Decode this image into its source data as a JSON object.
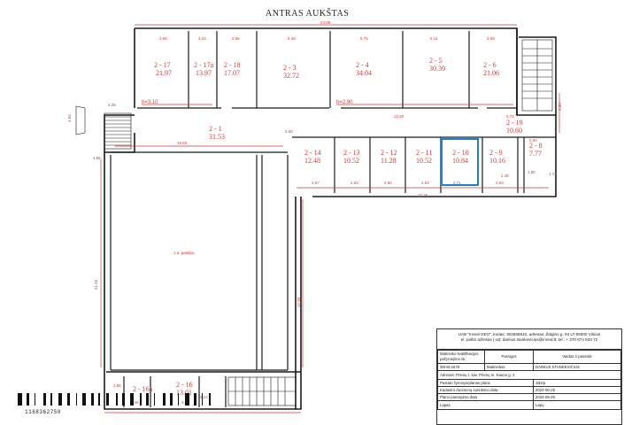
{
  "title": "ANTRAS AUKŠTAS",
  "rooms": [
    {
      "label": "2 - 17",
      "area": "21.97"
    },
    {
      "label": "2 - 17a",
      "area": "13.97"
    },
    {
      "label": "2 - 18",
      "area": "17.07"
    },
    {
      "label": "2 - 3",
      "area": "32.72"
    },
    {
      "label": "2 - 4",
      "area": "34.04"
    },
    {
      "label": "2 - 5",
      "area": "30.39"
    },
    {
      "label": "2 - 6",
      "area": "21.06"
    },
    {
      "label": "2 - 1",
      "area": "31.53"
    },
    {
      "label": "2 - 19",
      "area": "10.60"
    },
    {
      "label": "2 - 14",
      "area": "12.48"
    },
    {
      "label": "2 - 13",
      "area": "10.52"
    },
    {
      "label": "2 - 12",
      "area": "11.28"
    },
    {
      "label": "2 - 11",
      "area": "10.52"
    },
    {
      "label": "2 - 10",
      "area": "10.84"
    },
    {
      "label": "2 - 9",
      "area": "10.16"
    },
    {
      "label": "2 - 8",
      "area": "7.77"
    },
    {
      "label": "2 - 16a",
      "area": ""
    },
    {
      "label": "2 - 16",
      "area": "13.01"
    }
  ],
  "heights": {
    "h1": "h=3.10",
    "h2": "h=2.90"
  },
  "big_hall_label": "1 a. patalpa",
  "dimensions": {
    "top": "24.85",
    "r1": "3.68",
    "r2": "2.34",
    "r3": "2.86",
    "r4": "5.48",
    "r5": "5.75",
    "r6": "5.11",
    "r7": "3.59",
    "corr": "16.60",
    "c2": "12.50",
    "c3": "5.73",
    "c4": "4.25",
    "c5": "2.65",
    "b1": "2.57",
    "b2": "2.63",
    "b3": "2.80",
    "b4": "2.63",
    "b5": "2.71",
    "b6": "2.54",
    "b7": "2.45",
    "w1": "20.76",
    "side": "21.55",
    "side2": "17.90",
    "low1": "2.65",
    "low2": "3.46",
    "low3": "3.43",
    "low4": "2.24",
    "e1": "1.96",
    "e2": "4.84",
    "e3": "0.30",
    "e4": "1.50",
    "e5": "1.74",
    "e6": "4.80"
  },
  "stamp": {
    "company": "UAB \"Inreal GEO\", kodas: 302668810, adresas: Žalgirio g. 94 LT-09300 Vilnius",
    "company2": "el. pašto adresas (-ai): dainius.stankevicius@inreal.lt, tel.: + 370 674 933 72",
    "col_kval": "Matininko kvalifikacijos pažymėjimo Nr.",
    "col_pareigos": "Pareigos",
    "col_vardas": "Vardas ir pavardė",
    "kval_no": "2M-M-2579",
    "pareigos": "Matininkas",
    "vardas": "DAINIUS STANKEVIČIUS",
    "adresas": "Adresas: Prienų r. sav. Prienų m. Kauno g. 2",
    "row1_label": "Pastato žyminys/planas plane",
    "row1_val": "1B2/p",
    "row2_label": "Kadastro duomenų surinkimo data",
    "row2_val": "2024-06-25",
    "row3_label": "Plano parengimo data",
    "row3_val": "2024-06-25",
    "lapas": "Lapas",
    "lapu": "Lapų"
  },
  "barcode_number": "1168362750",
  "colors": {
    "wall": "#1a1a1a",
    "dim": "#d03a3a",
    "highlight": "#1f7fd0"
  }
}
